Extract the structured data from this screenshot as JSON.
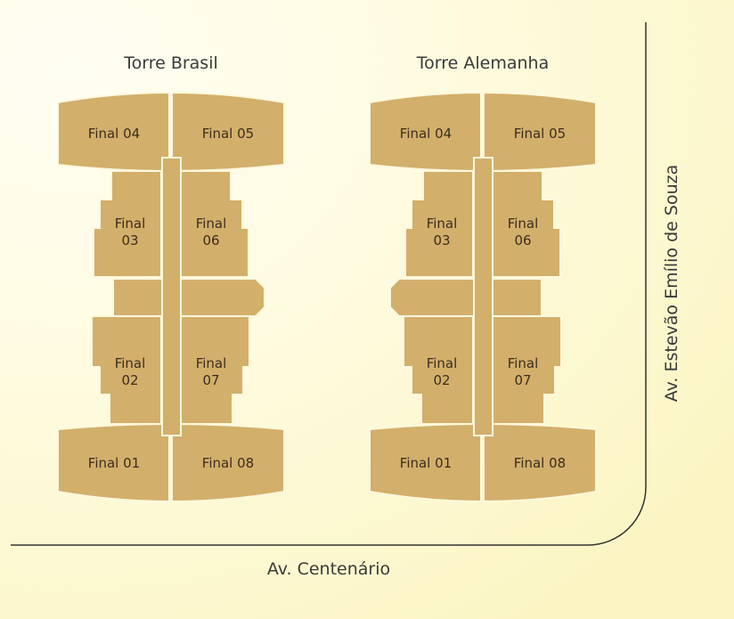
{
  "towers": [
    {
      "title": "Torre Brasil",
      "units": {
        "final01": "Final 01",
        "final02": [
          "Final",
          "02"
        ],
        "final03": [
          "Final",
          "03"
        ],
        "final04": "Final 04",
        "final05": "Final 05",
        "final06": [
          "Final",
          "06"
        ],
        "final07": [
          "Final",
          "07"
        ],
        "final08": "Final 08"
      }
    },
    {
      "title": "Torre Alemanha",
      "units": {
        "final01": "Final 01",
        "final02": [
          "Final",
          "02"
        ],
        "final03": [
          "Final",
          "03"
        ],
        "final04": "Final 04",
        "final05": "Final 05",
        "final06": [
          "Final",
          "06"
        ],
        "final07": [
          "Final",
          "07"
        ],
        "final08": "Final 08"
      }
    }
  ],
  "streets": {
    "vertical": "Av. Estevão Emílio de Souza",
    "horizontal": "Av. Centenário"
  },
  "colors": {
    "unit_fill": "#d2af6b",
    "street_line": "#333333"
  }
}
